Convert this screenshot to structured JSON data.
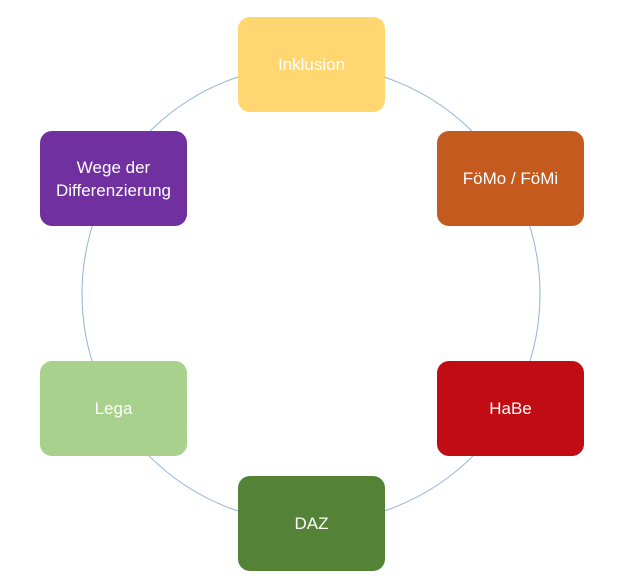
{
  "diagram": {
    "type": "cycle",
    "connector_color": "#8FB4D9",
    "nodes": [
      {
        "label": "Inklusion",
        "color": "#FFD66F"
      },
      {
        "label": "FöMo / FöMi",
        "color": "#C55A1F"
      },
      {
        "label": "HaBe",
        "color": "#C00C12"
      },
      {
        "label": "DAZ",
        "color": "#548236"
      },
      {
        "label": "Lega",
        "color": "#A9D18E"
      },
      {
        "label": "Wege der Differenzierung",
        "color": "#7030A0"
      }
    ]
  }
}
